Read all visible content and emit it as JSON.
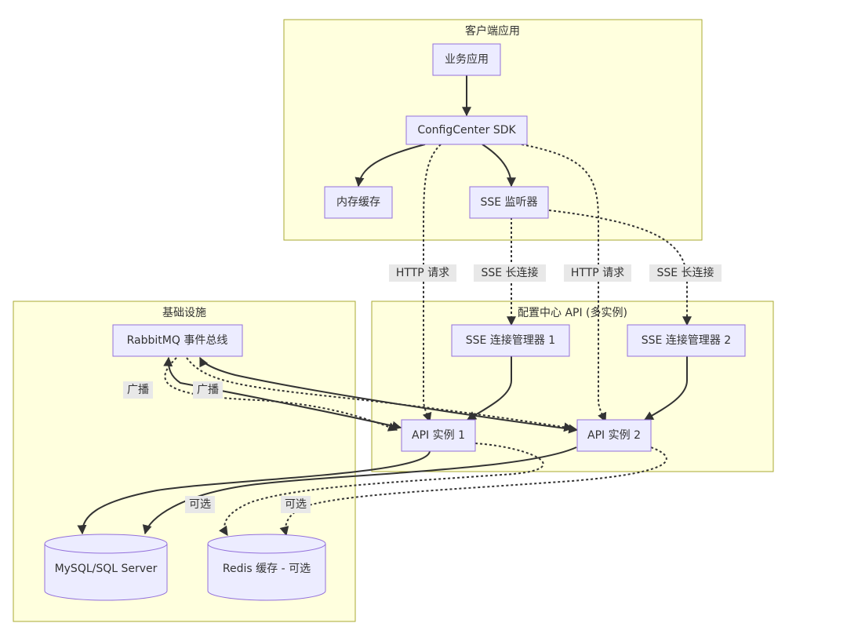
{
  "clusters": {
    "client": "客户端应用",
    "infra": "基础设施",
    "api": "配置中心 API (多实例)"
  },
  "nodes": {
    "business_app": "业务应用",
    "sdk": "ConfigCenter SDK",
    "memory_cache": "内存缓存",
    "sse_listener": "SSE 监听器",
    "rabbitmq": "RabbitMQ 事件总线",
    "sse_mgr_1": "SSE 连接管理器 1",
    "sse_mgr_2": "SSE 连接管理器 2",
    "api_1": "API 实例 1",
    "api_2": "API 实例 2",
    "mysql": "MySQL/SQL Server",
    "redis": "Redis 缓存 - 可选"
  },
  "edge_labels": {
    "http_request_1": "HTTP 请求",
    "sse_long_1": "SSE 长连接",
    "http_request_2": "HTTP 请求",
    "sse_long_2": "SSE 长连接",
    "broadcast_1": "广播",
    "broadcast_2": "广播",
    "optional_1": "可选",
    "optional_2": "可选"
  },
  "colors": {
    "cluster_fill": "#ffffde",
    "cluster_border": "#aaaa33",
    "node_fill": "#ececff",
    "node_border": "#9370db",
    "edge": "#333333",
    "label_bg": "#e8e8e8"
  }
}
